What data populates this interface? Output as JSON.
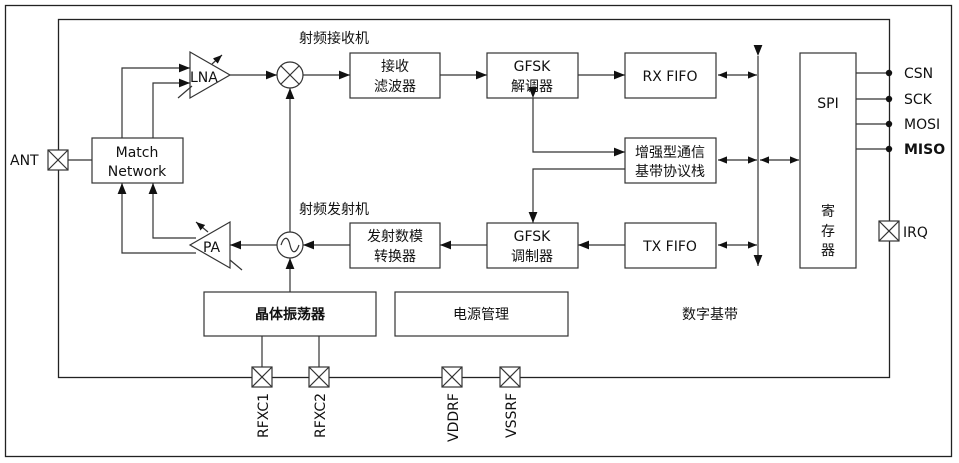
{
  "title": "射频收发芯片功能框图",
  "sections": {
    "rx": "射频接收机",
    "tx": "射频发射机",
    "digital": "数字基带"
  },
  "blocks": {
    "match_network": [
      "Match",
      "Network"
    ],
    "lna": "LNA",
    "pa": "PA",
    "rx_filter": [
      "接收",
      "滤波器"
    ],
    "gfsk_demod": [
      "GFSK",
      "解调器"
    ],
    "rx_fifo": "RX FIFO",
    "protocol": [
      "增强型通信",
      "基带协议栈"
    ],
    "tx_fifo": "TX FIFO",
    "gfsk_mod": [
      "GFSK",
      "调制器"
    ],
    "tx_dac": [
      "发射数模",
      "转换器"
    ],
    "spi": "SPI",
    "register": [
      "寄",
      "存",
      "器"
    ],
    "crystal": "晶体振荡器",
    "power": "电源管理"
  },
  "pins": {
    "ant": "ANT",
    "csn": "CSN",
    "sck": "SCK",
    "mosi": "MOSI",
    "miso": "MISO",
    "irq": "IRQ",
    "rfxc1": "RFXC1",
    "rfxc2": "RFXC2",
    "vddrf": "VDDRF",
    "vssrf": "VSSRF"
  }
}
